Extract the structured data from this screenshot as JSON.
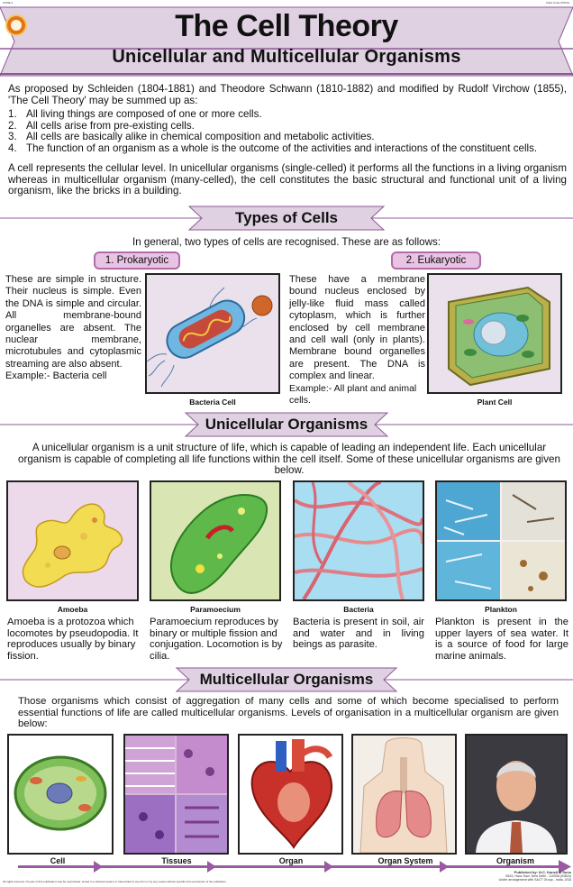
{
  "header": {
    "top_left_tiny": "CODE 4",
    "chart_code": "Chart Code 070134",
    "title": "The Cell Theory",
    "subtitle": "Unicellular and Multicellular Organisms"
  },
  "intro": {
    "lead": "As proposed by Schleiden (1804-1881) and Theodore Schwann (1810-1882) and modified by Rudolf Virchow (1855), 'The Cell Theory' may be summed up as:",
    "points": [
      {
        "num": "1.",
        "text": "All living things are composed of one or more cells."
      },
      {
        "num": "2.",
        "text": "All cells arise from pre-existing cells."
      },
      {
        "num": "3.",
        "text": "All cells are basically alike in chemical composition and metabolic activities."
      },
      {
        "num": "4.",
        "text": "The function of an organism as a whole is the outcome of the activities and interactions of the constituent cells."
      }
    ],
    "closing": "A cell represents the cellular level. In unicellular organisms (single-celled) it performs all the functions in a living organism whereas in multicellular organism (many-celled), the cell constitutes the basic structural and functional unit of a living organism, like the bricks in a building."
  },
  "types": {
    "heading": "Types of Cells",
    "intro": "In general, two types of cells are recognised. These are as follows:",
    "prokaryotic": {
      "label": "1. Prokaryotic",
      "text": "These are simple in structure. Their nucleus is simple. Even the DNA is simple and circular. All membrane-bound organelles are absent. The nuclear membrane, microtubules and cytoplasmic streaming are also absent.",
      "example": "Example:- Bacteria cell",
      "image_caption": "Bacteria Cell"
    },
    "eukaryotic": {
      "label": "2. Eukaryotic",
      "text": "These have a membrane bound nucleus enclosed by jelly-like fluid mass called cytoplasm, which is further enclosed by cell membrane and cell wall (only in plants). Membrane bound organelles are present. The DNA is complex and linear.",
      "example": "Example:- All plant and animal cells.",
      "image_caption": "Plant Cell"
    }
  },
  "unicellular": {
    "heading": "Unicellular Organisms",
    "intro": "A unicellular organism is a unit structure of life, which is capable of leading an independent life. Each unicellular organism is capable of completing all life functions within the cell itself. Some of these unicellular organisms are given below.",
    "items": [
      {
        "caption": "Amoeba",
        "text": "Amoeba is a protozoa which locomotes by pseudopodia. It reproduces usually by binary fission."
      },
      {
        "caption": "Paramoecium",
        "text": "Paramoecium reproduces by binary or multiple fission and conjugation. Locomotion is by cilia."
      },
      {
        "caption": "Bacteria",
        "text": "Bacteria is present in soil, air and water and in living beings as parasite."
      },
      {
        "caption": "Plankton",
        "text": "Plankton is present in the upper layers of sea water. It is a source of food for large marine animals."
      }
    ]
  },
  "multicellular": {
    "heading": "Multicellular Organisms",
    "intro": "Those organisms which consist of aggregation of many cells and some of which become specialised to perform essential functions of life are called multicellular organisms. Levels of organisation in a multicellular organism are given below:",
    "levels": [
      "Cell",
      "Tissues",
      "Organ",
      "Organ System",
      "Organism"
    ]
  },
  "footer": {
    "left": "All rights reserved. No part of this publication may be reproduced, stored in a retrieval system or transmitted in any form or by any means without specific prior permission of the publishers.",
    "publisher_line1": "Published by: N.C. Kansil & Sons",
    "publisher_line2": "5633, Hauz Kazi, New Delhi - 110006 (INDIA)",
    "publisher_line3": "Under arrangement with SACT Group - India, USA"
  },
  "colors": {
    "banner_fill": "#dfd0e2",
    "banner_stroke": "#8d5a95",
    "pill_fill": "#e9c3e4",
    "accent": "#9a5aa1"
  }
}
